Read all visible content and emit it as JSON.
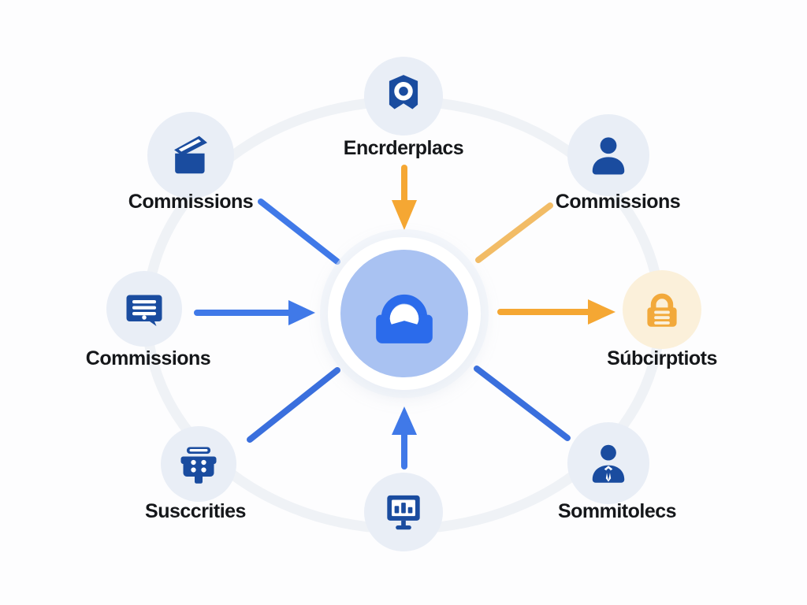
{
  "diagram": {
    "description": "Hub-and-spoke diagram: eight icon nodes arranged in a ring around a central inbox hub, linked by blue and orange arrows",
    "colors": {
      "node_icon_blue": "#1a4c9f",
      "node_circle_blue": "#e9eef6",
      "node_circle_warm": "#fbf0da",
      "lock_orange": "#f2a93b",
      "arrow_blue": "#4079e8",
      "arrow_orange": "#f5a733",
      "arrow_orange_light": "#f2bc66",
      "hub_inner_blue": "#a9c2f2",
      "hub_icon_blue": "#2b6beb",
      "label_text": "#15171a",
      "background": "#fdfdfe",
      "ring": "#eff2f6"
    },
    "hub": {
      "icon": "inbox-icon"
    },
    "nodes": [
      {
        "id": "top-center",
        "label": "Encrderplacs",
        "icon": "badge-seal-icon"
      },
      {
        "id": "top-left",
        "label": "Commissions",
        "icon": "open-box-icon"
      },
      {
        "id": "top-right",
        "label": "Commissions",
        "icon": "person-icon"
      },
      {
        "id": "mid-left",
        "label": "Commissions",
        "icon": "receipt-icon"
      },
      {
        "id": "mid-right",
        "label": "Súbcirptiots",
        "icon": "lock-icon"
      },
      {
        "id": "bottom-left",
        "label": "Susccrities",
        "icon": "grid-box-icon"
      },
      {
        "id": "bottom-center",
        "label": "",
        "icon": "monitor-chart-icon"
      },
      {
        "id": "bottom-right",
        "label": "Sommitolecs",
        "icon": "person-suit-icon"
      }
    ],
    "connections": [
      {
        "from": "top-center",
        "to": "hub",
        "color": "orange",
        "arrowhead": true
      },
      {
        "from": "top-left",
        "to": "hub",
        "color": "blue",
        "arrowhead": false
      },
      {
        "from": "hub",
        "to": "top-right",
        "color": "orange-light",
        "arrowhead": false
      },
      {
        "from": "mid-left",
        "to": "hub",
        "color": "blue",
        "arrowhead": true
      },
      {
        "from": "hub",
        "to": "mid-right",
        "color": "orange",
        "arrowhead": true
      },
      {
        "from": "bottom-left",
        "to": "hub",
        "color": "blue",
        "arrowhead": false
      },
      {
        "from": "bottom-center",
        "to": "hub",
        "color": "blue",
        "arrowhead": true
      },
      {
        "from": "hub",
        "to": "bottom-right",
        "color": "blue",
        "arrowhead": false
      }
    ]
  }
}
